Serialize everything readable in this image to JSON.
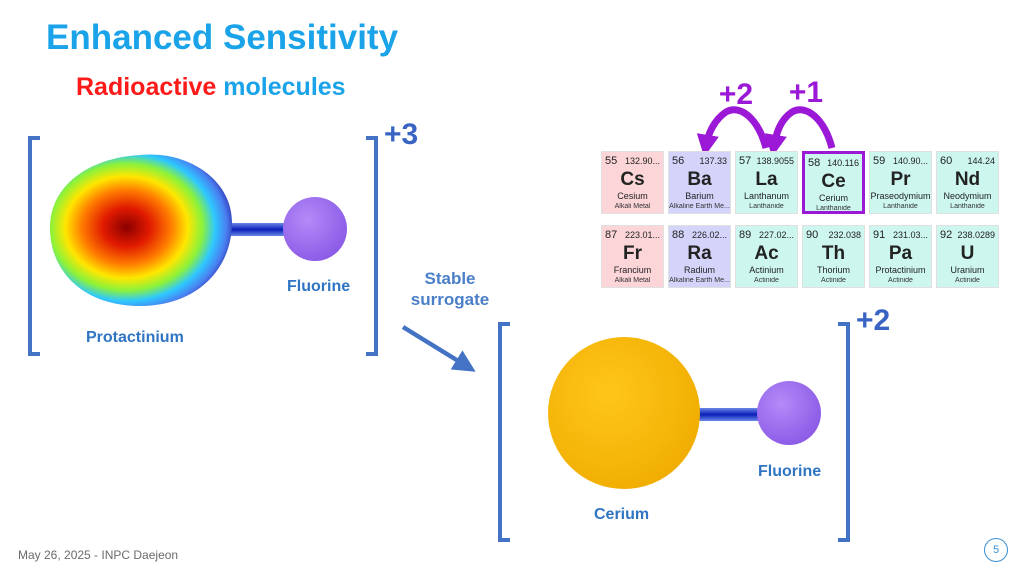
{
  "slide": {
    "title": "Enhanced Sensitivity",
    "subtitle_red": "Radioactive",
    "subtitle_blue": "molecules",
    "footer": "May 26, 2025 - INPC Daejeon",
    "page_number": "5"
  },
  "molecule_pa": {
    "charge": "+3",
    "atom_label": "Protactinium",
    "ligand_label": "Fluorine"
  },
  "molecule_ce": {
    "charge": "+2",
    "atom_label": "Cerium",
    "ligand_label": "Fluorine"
  },
  "transition_label": "Stable surrogate",
  "arrows": {
    "left": "+2",
    "right": "+1",
    "color": "#9b18d6"
  },
  "periodic_table": {
    "rows": [
      [
        {
          "num": "55",
          "mass": "132.90...",
          "sym": "Cs",
          "name": "Cesium",
          "group": "Alkali Metal",
          "color": "#fbd5d8"
        },
        {
          "num": "56",
          "mass": "137.33",
          "sym": "Ba",
          "name": "Barium",
          "group": "Alkaline Earth Me...",
          "color": "#d4d4fb"
        },
        {
          "num": "57",
          "mass": "138.9055",
          "sym": "La",
          "name": "Lanthanum",
          "group": "Lanthanide",
          "color": "#cdf7ee"
        },
        {
          "num": "58",
          "mass": "140.116",
          "sym": "Ce",
          "name": "Cerium",
          "group": "Lanthanide",
          "color": "#cdf7ee"
        },
        {
          "num": "59",
          "mass": "140.90...",
          "sym": "Pr",
          "name": "Praseodymium",
          "group": "Lanthanide",
          "color": "#cdf7ee"
        },
        {
          "num": "60",
          "mass": "144.24",
          "sym": "Nd",
          "name": "Neodymium",
          "group": "Lanthanide",
          "color": "#cdf7ee"
        }
      ],
      [
        {
          "num": "87",
          "mass": "223.01...",
          "sym": "Fr",
          "name": "Francium",
          "group": "Alkali Metal",
          "color": "#fbd5d8"
        },
        {
          "num": "88",
          "mass": "226.02...",
          "sym": "Ra",
          "name": "Radium",
          "group": "Alkaline Earth Me...",
          "color": "#d4d4fb"
        },
        {
          "num": "89",
          "mass": "227.02...",
          "sym": "Ac",
          "name": "Actinium",
          "group": "Actinide",
          "color": "#cdf7ee"
        },
        {
          "num": "90",
          "mass": "232.038",
          "sym": "Th",
          "name": "Thorium",
          "group": "Actinide",
          "color": "#cdf7ee"
        },
        {
          "num": "91",
          "mass": "231.03...",
          "sym": "Pa",
          "name": "Protactinium",
          "group": "Actinide",
          "color": "#cdf7ee"
        },
        {
          "num": "92",
          "mass": "238.0289",
          "sym": "U",
          "name": "Uranium",
          "group": "Actinide",
          "color": "#cdf7ee"
        }
      ]
    ],
    "highlighted_symbol": "Ce"
  }
}
